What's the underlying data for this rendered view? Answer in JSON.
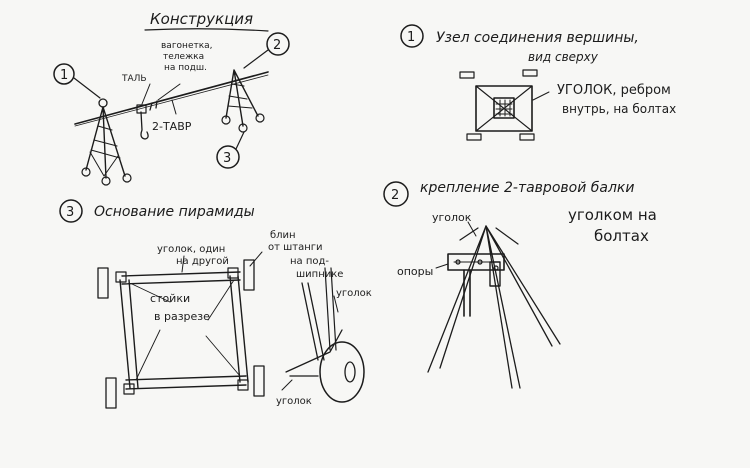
{
  "ink_color": "#1c1c1c",
  "paper_color": "#f7f7f5",
  "sections": {
    "structure": {
      "title": "Конструкция",
      "marker_1": "1",
      "marker_2": "2",
      "marker_3": "3",
      "label_carriage": [
        "вагонетка,",
        "тележка",
        "на подш."
      ],
      "label_hoist": "ТАЛЬ",
      "label_beam": "2-ТАВР"
    },
    "top_joint": {
      "number": "1",
      "title_line1": "Узел соединения вершины,",
      "title_line2": "вид сверху",
      "note_line1": "УГОЛОК, ребром",
      "note_line2": "внутрь, на болтах"
    },
    "pyramid_base": {
      "number": "3",
      "title": "Основание пирамиды",
      "label_angle_top": [
        "уголок, один",
        "на другой"
      ],
      "label_wheels": [
        "блин",
        "от штанги",
        "на под-",
        "шипнике"
      ],
      "label_posts": [
        "стойки",
        "в разрезе"
      ],
      "label_angle_side": "уголок",
      "label_angle_bottom": "уголок"
    },
    "beam_mount": {
      "number": "2",
      "title_line1": "крепление 2-тавровой балки",
      "title_line2": "уголком на",
      "title_line3": "болтах",
      "label_angle": "уголок",
      "label_supports": "опоры"
    }
  }
}
